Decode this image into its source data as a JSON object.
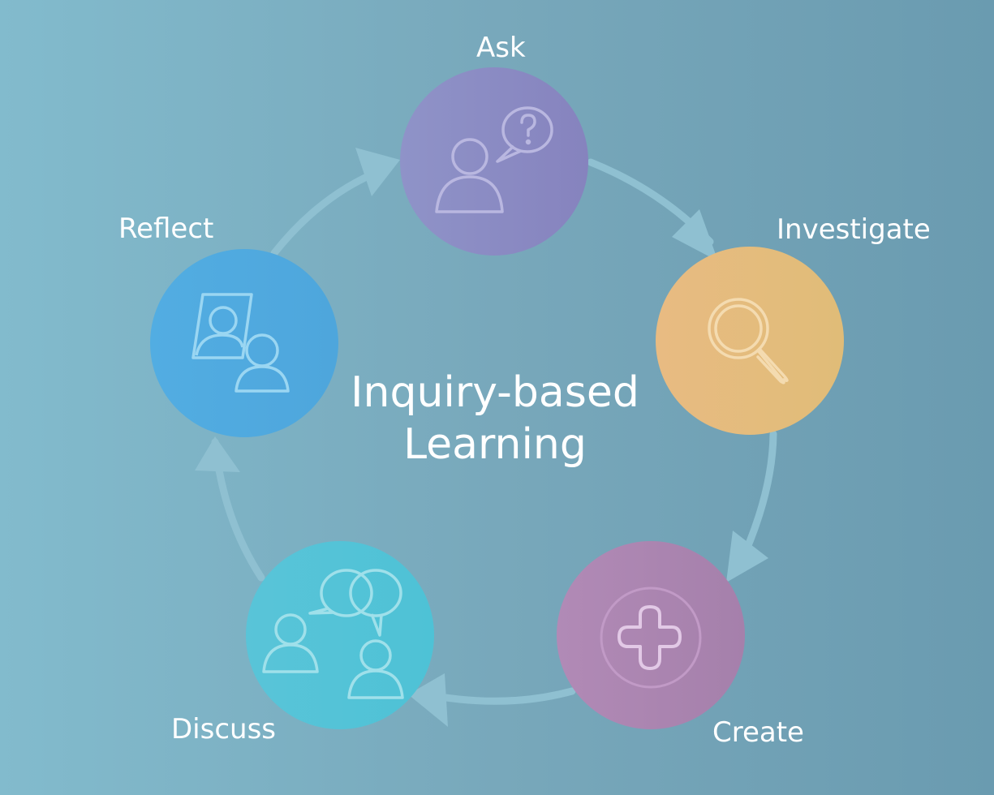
{
  "title": {
    "line1": "Inquiry-based",
    "line2": "Learning"
  },
  "stages": [
    {
      "id": "ask",
      "label": "Ask",
      "icon": "person-question-icon",
      "color": "#8a8cc4"
    },
    {
      "id": "investigate",
      "label": "Investigate",
      "icon": "magnifier-icon",
      "color": "#e2bb7c"
    },
    {
      "id": "create",
      "label": "Create",
      "icon": "plus-icon",
      "color": "#a785b0"
    },
    {
      "id": "discuss",
      "label": "Discuss",
      "icon": "people-speech-icon",
      "color": "#55c2d6"
    },
    {
      "id": "reflect",
      "label": "Reflect",
      "icon": "person-picture-icon",
      "color": "#4ea8de"
    }
  ],
  "colors": {
    "background_left": "#82bbcd",
    "background_right": "#6a9bb0",
    "cycle_arrow": "#8fc0d1",
    "text": "#ffffff"
  }
}
